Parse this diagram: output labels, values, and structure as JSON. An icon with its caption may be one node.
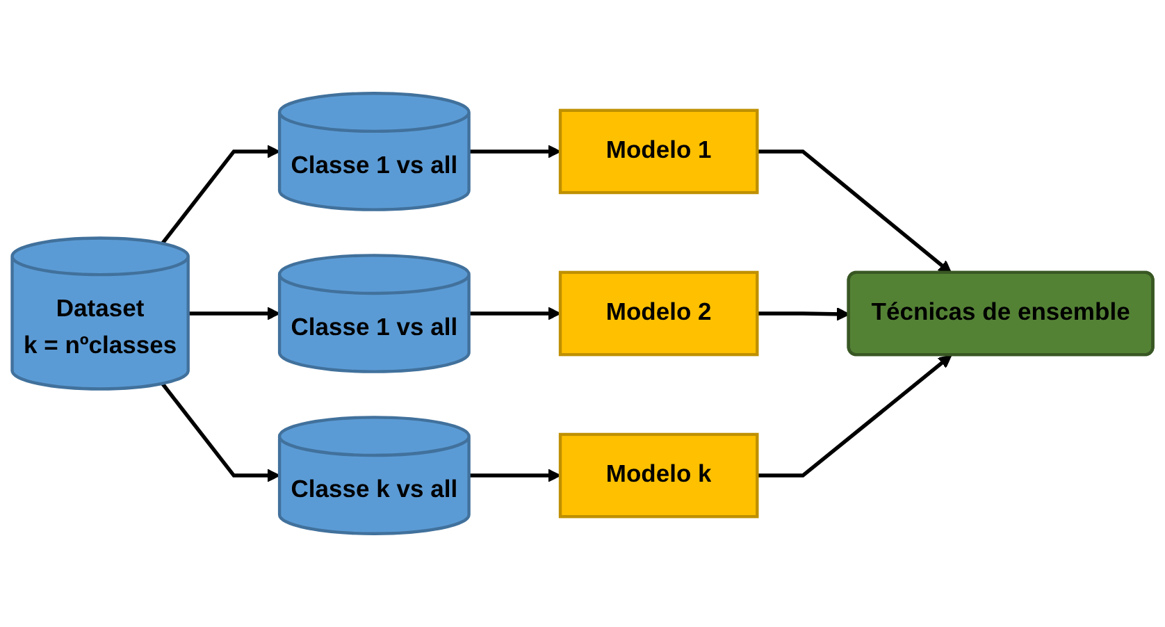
{
  "diagram": {
    "nodes": [
      {
        "text": [
          "Dataset",
          "k = nºclasses"
        ]
      },
      {
        "text": [
          "Classe 1 vs all"
        ]
      },
      {
        "text": [
          "Classe 1 vs all"
        ]
      },
      {
        "text": [
          "Classe k vs all"
        ]
      },
      {
        "text": [
          "Modelo 1"
        ]
      },
      {
        "text": [
          "Modelo 2"
        ]
      },
      {
        "text": [
          "Modelo k"
        ]
      },
      {
        "text": [
          "Técnicas de ensemble"
        ]
      }
    ],
    "edges": [
      {
        "from": 0,
        "to": 1,
        "arrow": "to"
      },
      {
        "from": 0,
        "to": 2,
        "arrow": "to"
      },
      {
        "from": 0,
        "to": 3,
        "arrow": "to"
      },
      {
        "from": 1,
        "to": 4,
        "arrow": "to"
      },
      {
        "from": 2,
        "to": 5,
        "arrow": "to"
      },
      {
        "from": 3,
        "to": 6,
        "arrow": "to"
      },
      {
        "from": 4,
        "to": 7,
        "arrow": "to"
      },
      {
        "from": 5,
        "to": 7,
        "arrow": "to"
      },
      {
        "from": 6,
        "to": 7,
        "arrow": "to"
      }
    ]
  }
}
